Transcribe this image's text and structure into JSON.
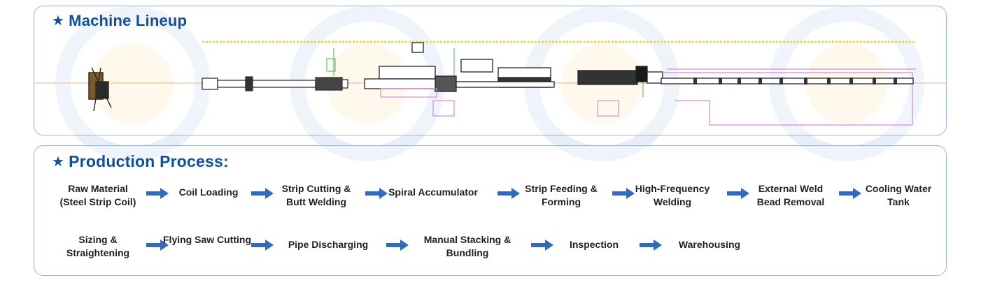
{
  "lineup": {
    "title": "Machine Lineup",
    "star_icon": "★"
  },
  "process": {
    "title": "Production Process:",
    "star_icon": "★",
    "steps": [
      {
        "label": "Raw Material (Steel Strip Coil)",
        "sub": "Coil)"
      },
      {
        "label": "Coil Loading"
      },
      {
        "label": "Strip Cutting & Butt Welding"
      },
      {
        "label": "Spiral Accumulator"
      },
      {
        "label": "Strip Feeding & Forming"
      },
      {
        "label": "High-Frequency Welding"
      },
      {
        "label": "External Weld Bead Removal"
      },
      {
        "label": "Cooling Water Tank"
      },
      {
        "label": "Sizing & Straightening"
      },
      {
        "label": "Flying Saw Cutting"
      },
      {
        "label": "Pipe Discharging"
      },
      {
        "label": "Manual Stacking & Bundling"
      },
      {
        "label": "Inspection"
      },
      {
        "label": "Warehousing"
      }
    ]
  },
  "colors": {
    "title_blue": "#0f4fa8",
    "arrow_blue": "#2f6bc0",
    "card_border": "#9cb4dd"
  }
}
